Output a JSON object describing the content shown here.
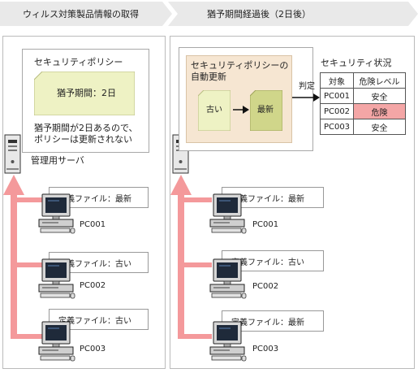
{
  "left": {
    "banner": "ウィルス対策製品情報の取得",
    "policy": {
      "title": "セキュリティポリシー",
      "note": "猶予期間：2日",
      "message_line1": "猶予期間が2日あるので、",
      "message_line2": "ポリシーは更新されない"
    },
    "server_label": "管理用サーバ",
    "pcs": [
      {
        "name": "PC001",
        "file": "定義ファイル：最新"
      },
      {
        "name": "PC002",
        "file": "定義ファイル：古い"
      },
      {
        "name": "PC003",
        "file": "定義ファイル：古い"
      }
    ]
  },
  "right": {
    "banner": "猶予期間経過後（2日後）",
    "policy": {
      "title_line1": "セキュリティポリシーの",
      "title_line2": "自動更新",
      "old_label": "古い",
      "new_label": "最新"
    },
    "judge_label": "判定",
    "security": {
      "title": "セキュリティ状況",
      "headers": [
        "対象",
        "危険レベル"
      ],
      "rows": [
        {
          "target": "PC001",
          "level": "安全",
          "danger": false
        },
        {
          "target": "PC002",
          "level": "危険",
          "danger": true
        },
        {
          "target": "PC003",
          "level": "安全",
          "danger": false
        }
      ]
    },
    "pcs": [
      {
        "name": "PC001",
        "file": "定義ファイル：最新"
      },
      {
        "name": "PC002",
        "file": "定義ファイル：古い"
      },
      {
        "name": "PC003",
        "file": "定義ファイル：最新"
      }
    ]
  },
  "colors": {
    "arrow": "#f4999b",
    "note_fill": "#eef2c4",
    "doc_fill": "#d0d68a",
    "update_panel": "#f6e6d2",
    "danger_cell": "#f4a6a6"
  }
}
